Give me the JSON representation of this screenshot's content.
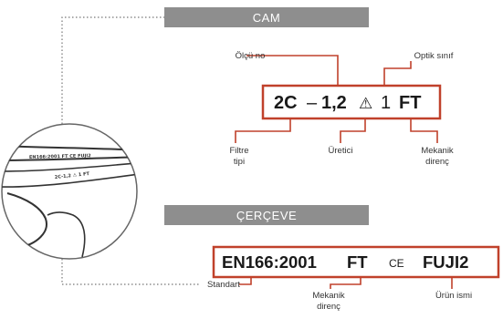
{
  "lens_section": {
    "title": "CAM",
    "code": {
      "filter": "2C",
      "dash": "–",
      "scale": "1,2",
      "manufacturer_mark": "⚠",
      "optical_class": "1",
      "mechanical": "FT"
    },
    "labels": {
      "scale_number": "Ölçü no",
      "optical_class": "Optik sınıf",
      "filter_type_line1": "Filtre",
      "filter_type_line2": "tipi",
      "manufacturer": "Üretici",
      "mechanical_line1": "Mekanik",
      "mechanical_line2": "direnç"
    }
  },
  "frame_section": {
    "title": "ÇERÇEVE",
    "code": {
      "standard": "EN166:2001",
      "mechanical": "FT",
      "ce_mark": "CE",
      "product": "FUJI2"
    },
    "labels": {
      "standard": "Standart",
      "mechanical_line1": "Mekanik",
      "mechanical_line2": "direnç",
      "product_name": "Ürün ismi"
    }
  },
  "magnifier": {
    "frame_print": "EN166:2001 FT CE FUJI2",
    "lens_print": "2C-1,2 ⚠ 1 FT"
  },
  "colors": {
    "accent": "#c0412b",
    "title_bar": "#8e8e8e",
    "dotted_line": "#777777",
    "text": "#1a1a1a"
  }
}
